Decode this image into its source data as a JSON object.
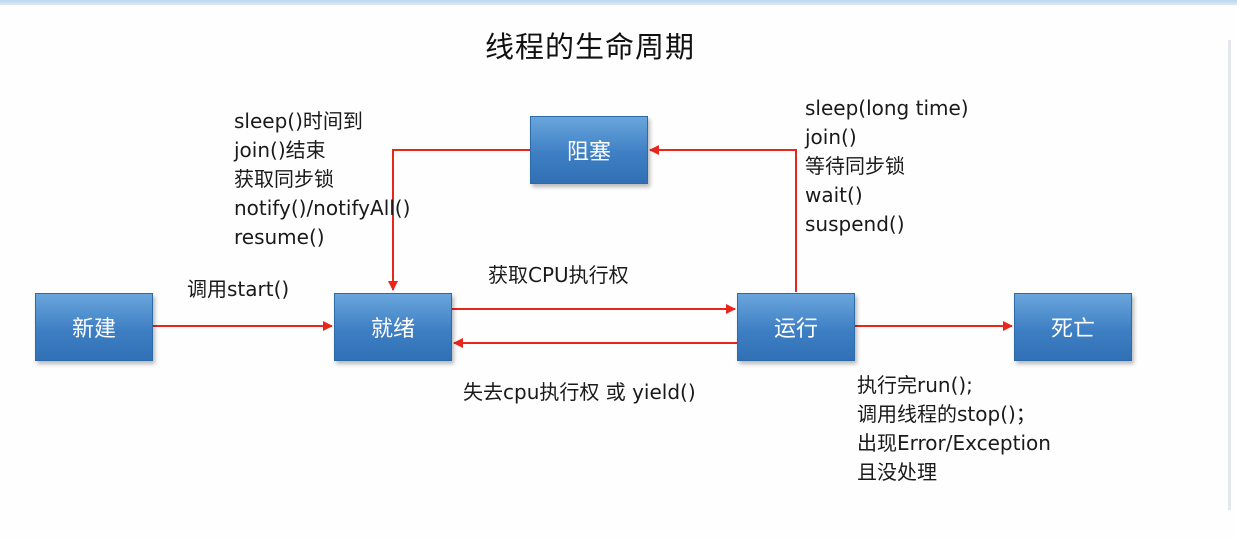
{
  "title": "线程的生命周期",
  "states": {
    "new": "新建",
    "ready": "就绪",
    "running": "运行",
    "blocked": "阻塞",
    "dead": "死亡"
  },
  "transitions": {
    "new_to_ready": "调用start()",
    "ready_to_running": "获取CPU执行权",
    "running_to_ready": "失去cpu执行权 或 yield()",
    "running_to_blocked": [
      "sleep(long time)",
      "join()",
      "等待同步锁",
      "wait()",
      "suspend()"
    ],
    "blocked_to_ready": [
      "sleep()时间到",
      "join()结束",
      "获取同步锁",
      "notify()/notifyAll()",
      "resume()"
    ],
    "running_to_dead": [
      "执行完run();",
      "调用线程的stop()；",
      "出现Error/Exception",
      "且没处理"
    ]
  },
  "colors": {
    "arrow": "#e8261c",
    "state_fill": "#4a8bd0",
    "state_text": "#ffffff"
  }
}
